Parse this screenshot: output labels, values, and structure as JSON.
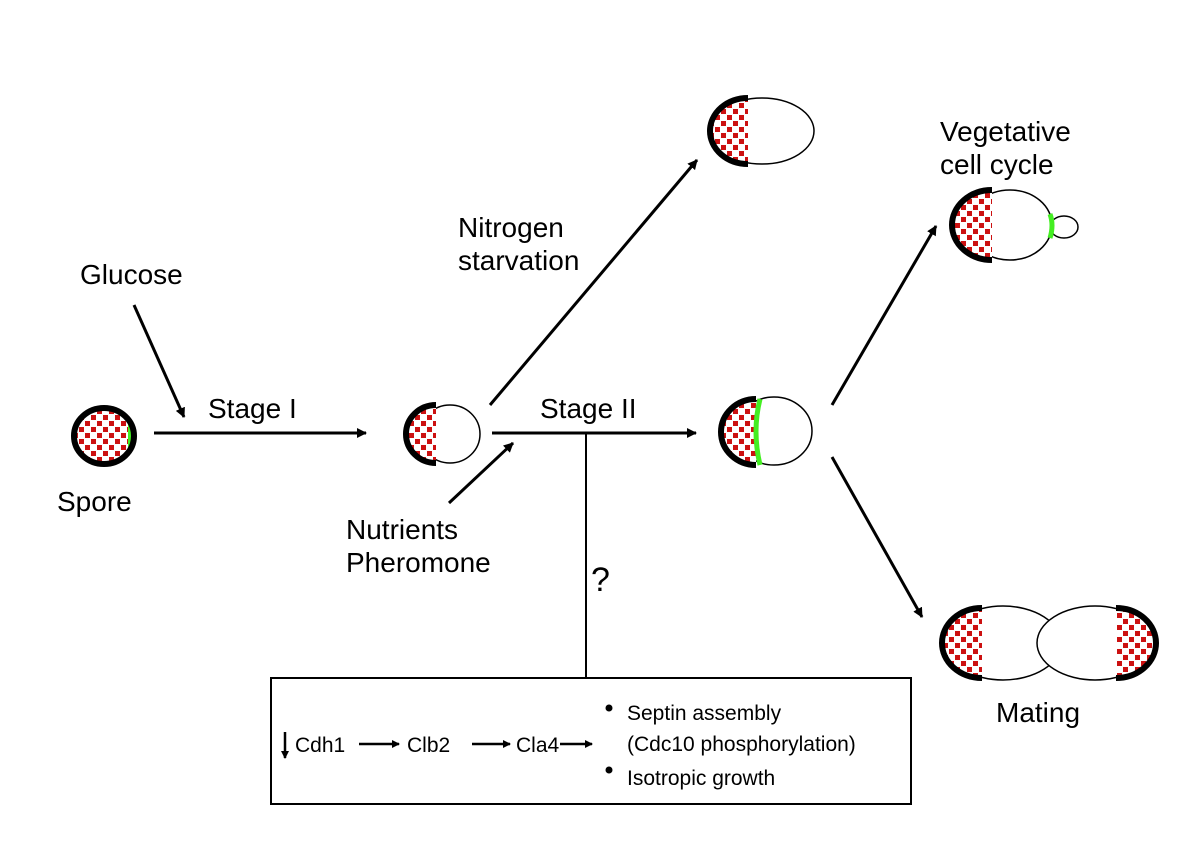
{
  "labels": {
    "glucose": "Glucose",
    "stage1": "Stage I",
    "stage2": "Stage II",
    "spore": "Spore",
    "nitrogen_line1": "Nitrogen",
    "nitrogen_line2": "starvation",
    "nutrients_line1": "Nutrients",
    "nutrients_line2": "Pheromone",
    "question": "?",
    "vegetative_line1": "Vegetative",
    "vegetative_line2": "cell cycle",
    "mating": "Mating"
  },
  "pathway": {
    "cdh1": "Cdh1",
    "clb2": "Clb2",
    "cla4": "Cla4",
    "out1_line1": "Septin assembly",
    "out1_line2": "(Cdc10 phosphorylation)",
    "out2": "Isotropic growth"
  },
  "colors": {
    "wall": "#000000",
    "spore_pattern": "#cc1111",
    "septin": "#44ee22"
  }
}
